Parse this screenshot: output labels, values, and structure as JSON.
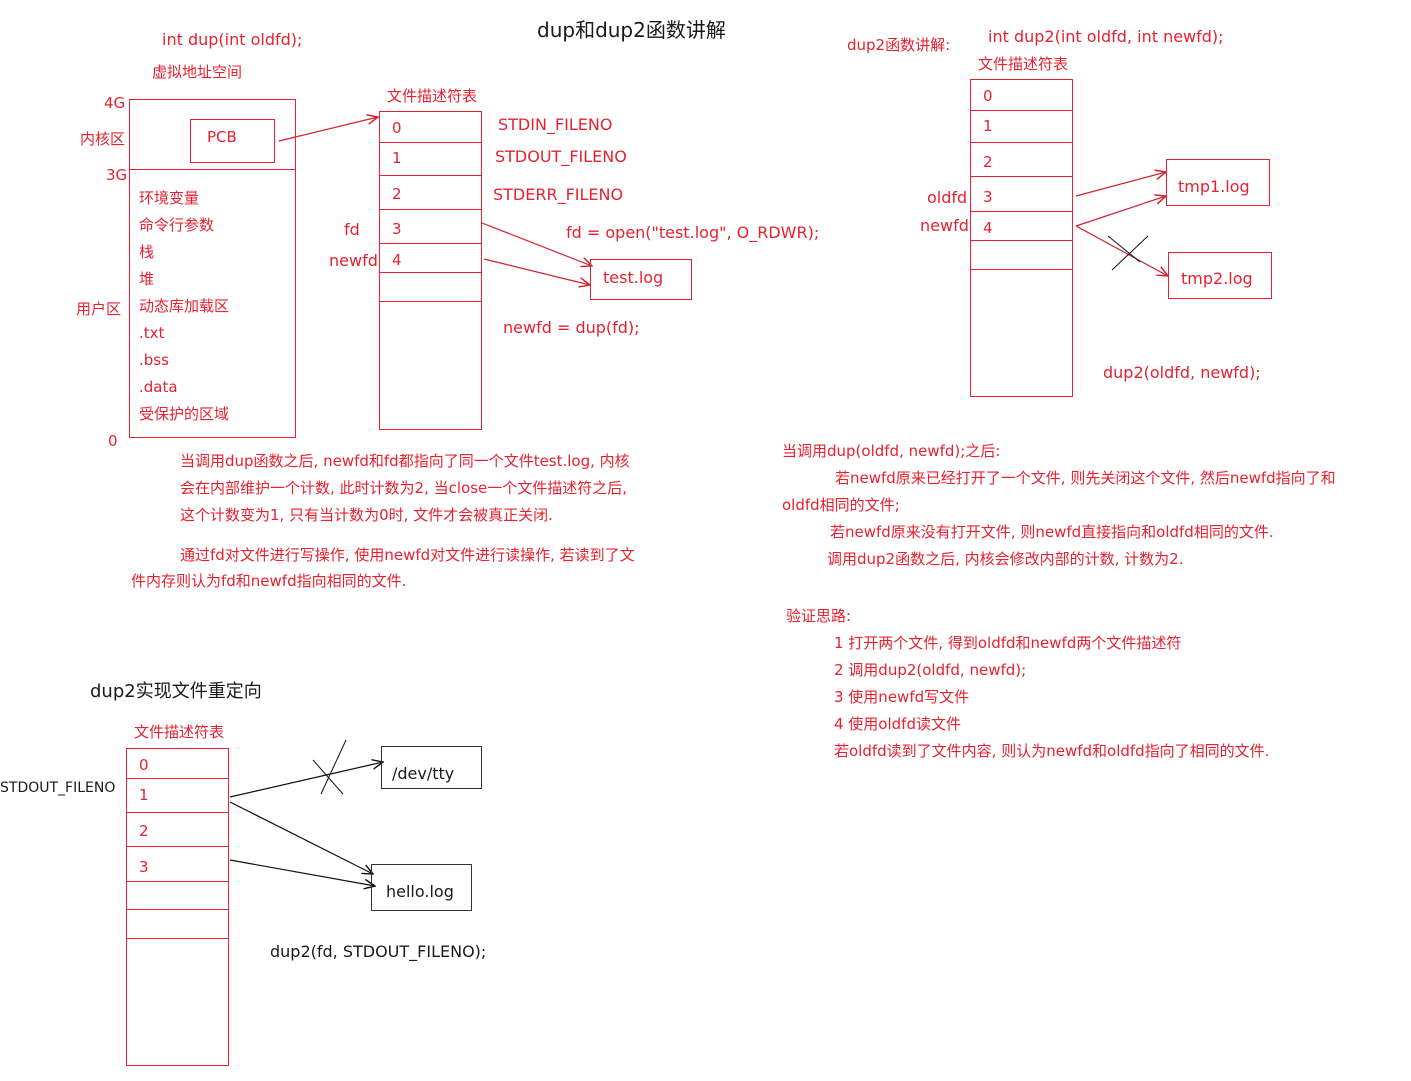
{
  "title": "dup和dup2函数讲解",
  "dup_section": {
    "signature": "int dup(int oldfd);",
    "vas_label": "虚拟地址空间",
    "addr_4g": "4G",
    "addr_3g": "3G",
    "addr_0": "0",
    "kernel_label": "内核区",
    "user_label": "用户区",
    "pcb": "PCB",
    "user_items": [
      "环境变量",
      "命令行参数",
      "栈",
      "堆",
      "动态库加载区",
      ".txt",
      ".bss",
      ".data",
      "受保护的区域"
    ],
    "fdt_label": "文件描述符表",
    "fd_rows": [
      "0",
      "1",
      "2",
      "3",
      "4"
    ],
    "std_labels": [
      "STDIN_FILENO",
      "STDOUT_FILENO",
      "STDERR_FILENO"
    ],
    "fd_label": "fd",
    "newfd_label": "newfd",
    "open_call": "fd = open(\"test.log\", O_RDWR);",
    "file": "test.log",
    "dup_call": "newfd = dup(fd);",
    "notes": [
      "当调用dup函数之后, newfd和fd都指向了同一个文件test.log, 内核",
      "会在内部维护一个计数, 此时计数为2, 当close一个文件描述符之后,",
      "这个计数变为1, 只有当计数为0时, 文件才会被真正关闭."
    ],
    "notes2": [
      "通过fd对文件进行写操作, 使用newfd对文件进行读操作, 若读到了文",
      "件内存则认为fd和newfd指向相同的文件."
    ]
  },
  "dup2_section": {
    "heading": "dup2函数讲解:",
    "signature": "int dup2(int oldfd, int newfd);",
    "fdt_label": "文件描述符表",
    "fd_rows": [
      "0",
      "1",
      "2",
      "3",
      "4"
    ],
    "oldfd_label": "oldfd",
    "newfd_label": "newfd",
    "file1": "tmp1.log",
    "file2": "tmp2.log",
    "call": "dup2(oldfd, newfd);",
    "notes": [
      "当调用dup(oldfd, newfd);之后:",
      "若newfd原来已经打开了一个文件, 则先关闭这个文件, 然后newfd指向了和",
      "oldfd相同的文件;",
      "若newfd原来没有打开文件, 则newfd直接指向和oldfd相同的文件.",
      "调用dup2函数之后, 内核会修改内部的计数, 计数为2."
    ],
    "verify_title": "验证思路:",
    "verify_steps": [
      "1 打开两个文件, 得到oldfd和newfd两个文件描述符",
      "2 调用dup2(oldfd, newfd);",
      "3 使用newfd写文件",
      "4 使用oldfd读文件",
      "若oldfd读到了文件内容, 则认为newfd和oldfd指向了相同的文件."
    ]
  },
  "redirect_section": {
    "heading": "dup2实现文件重定向",
    "fdt_label": "文件描述符表",
    "fd_rows": [
      "0",
      "1",
      "2",
      "3"
    ],
    "stdout_label": "STDOUT_FILENO",
    "file1": "/dev/tty",
    "file2": "hello.log",
    "call": "dup2(fd, STDOUT_FILENO);"
  }
}
